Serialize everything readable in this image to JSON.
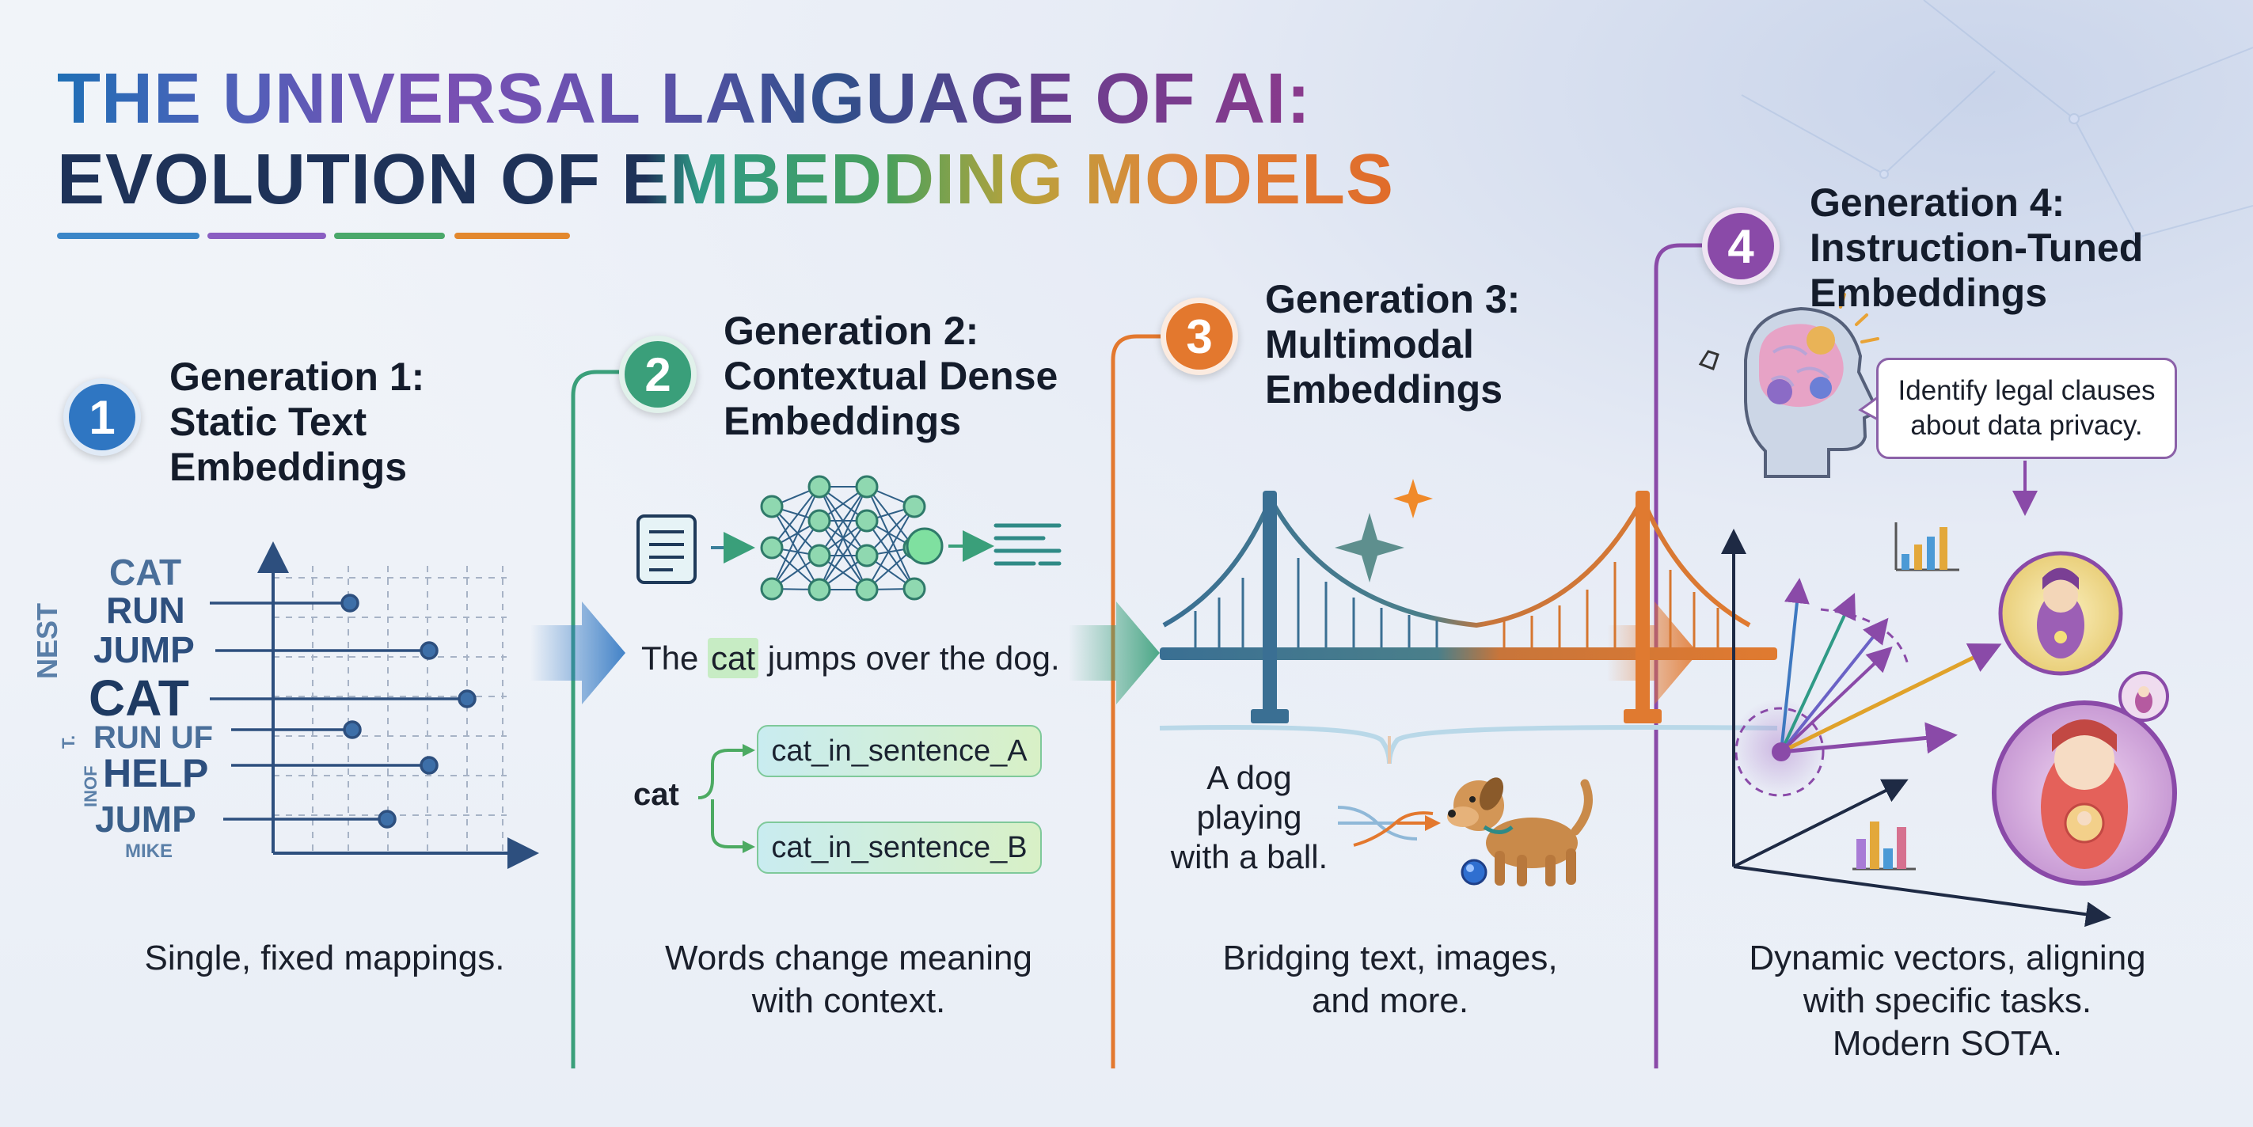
{
  "title": {
    "line1": "THE UNIVERSAL LANGUAGE OF AI:",
    "line2": "EVOLUTION OF EMBEDDING MODELS"
  },
  "generations": [
    {
      "number": "1",
      "title_lines": [
        "Generation 1:",
        "Static Text",
        "Embeddings"
      ],
      "caption_lines": [
        "Single, fixed mappings."
      ],
      "color": "#2f76c2"
    },
    {
      "number": "2",
      "title_lines": [
        "Generation 2:",
        "Contextual Dense",
        "Embeddings"
      ],
      "caption_lines": [
        "Words change meaning",
        "with context."
      ],
      "color": "#3a9f7a"
    },
    {
      "number": "3",
      "title_lines": [
        "Generation 3:",
        "Multimodal",
        "Embeddings"
      ],
      "caption_lines": [
        "Bridging text, images,",
        "and more."
      ],
      "color": "#e3782e"
    },
    {
      "number": "4",
      "title_lines": [
        "Generation 4:",
        "Instruction-Tuned",
        "Embeddings"
      ],
      "caption_lines": [
        "Dynamic vectors, aligning",
        "with specific tasks.",
        "Modern SOTA."
      ],
      "color": "#8a4aa8"
    }
  ],
  "gen1": {
    "words": [
      "CAT",
      "RUN",
      "JUMP",
      "CAT",
      "RUN UF",
      "HELP",
      "JUMP",
      "MIKE"
    ],
    "side_words": [
      "NEST",
      "T.",
      "INOF"
    ]
  },
  "gen2": {
    "sentence_before": "The ",
    "sentence_highlight": "cat",
    "sentence_after": " jumps over the dog.",
    "root_word": "cat",
    "chips": [
      "cat_in_sentence_A",
      "cat_in_sentence_B"
    ]
  },
  "gen3": {
    "text_lines": [
      "A dog",
      "playing",
      "with a ball."
    ]
  },
  "gen4": {
    "bubble_lines": [
      "Identify legal clauses",
      "about data privacy."
    ]
  },
  "colors": {
    "gen1": "#2f76c2",
    "gen2": "#3a9f7a",
    "gen3": "#e3782e",
    "gen4": "#8a4aa8",
    "title_navy": "#1e3258"
  },
  "icons": [
    "document-icon",
    "neural-network-icon",
    "text-lines-icon",
    "bridge-icon",
    "sparkle-icon",
    "dog-icon",
    "ball-icon",
    "brain-head-icon",
    "bar-chart-icon",
    "nesting-doll-icon",
    "vector-arrows-icon"
  ]
}
